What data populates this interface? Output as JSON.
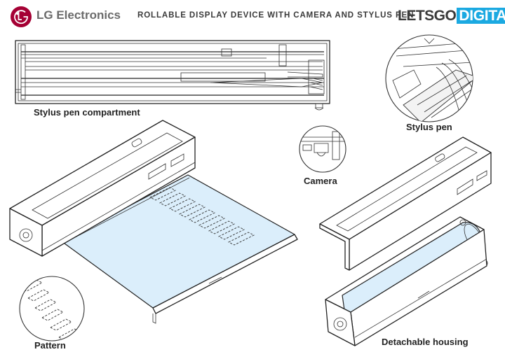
{
  "header": {
    "lg_logo_icon": "lg-face-logo",
    "lg_brand": "LG Electronics",
    "headline": "ROLLABLE DISPLAY DEVICE WITH CAMERA AND STYLUS PEN",
    "site_brand_part1": "LETSGO",
    "site_brand_part2": "DIGITAL",
    "colors": {
      "lg_red": "#a50034",
      "lg_gray": "#6b6b6b",
      "accent_blue": "#1ba9e1",
      "screen_tint": "#dbeefb"
    }
  },
  "labels": {
    "stylus_compartment": "Stylus pen compartment",
    "stylus_pen": "Stylus pen",
    "camera": "Camera",
    "pattern": "Pattern",
    "detachable_housing": "Detachable housing"
  }
}
